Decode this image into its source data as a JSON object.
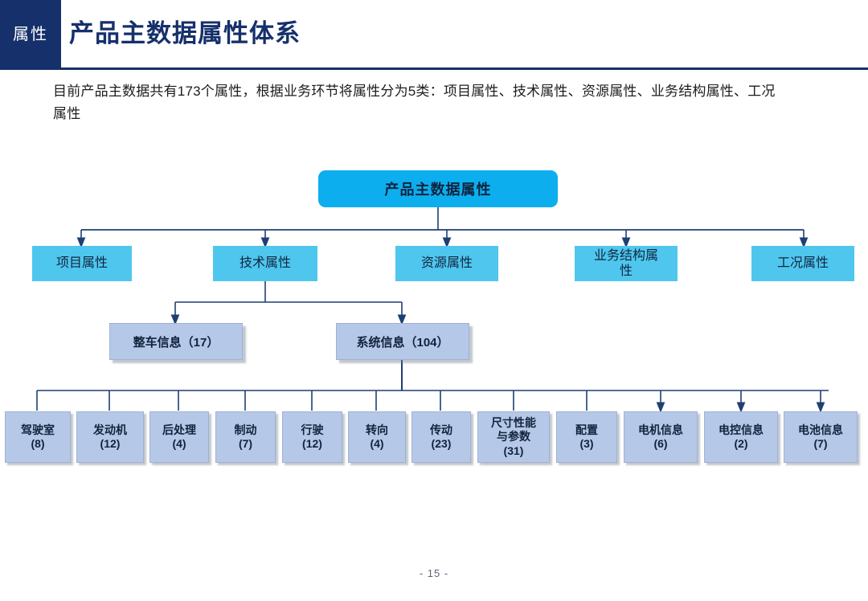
{
  "header": {
    "badge_label": "属性",
    "title": "产品主数据属性体系",
    "accent_color": "#16306b"
  },
  "intro": {
    "text": "目前产品主数据共有173个属性，根据业务环节将属性分为5类：项目属性、技术属性、资源属性、业务结构属性、工况属性"
  },
  "footer": {
    "page_number": "- 15 -"
  },
  "chart_data": {
    "type": "diagram",
    "subtype": "org-tree",
    "title": "产品主数据属性体系",
    "total_attributes": 173,
    "category_count": 5,
    "colors": {
      "root_fill": "#0CAEEE",
      "level2_fill": "#4FC6EE",
      "level3_fill": "#B6C8E8",
      "leaf_fill": "#B6C8E8",
      "connector": "#1f3f73",
      "header_navy": "#16306b"
    },
    "root": {
      "label": "产品主数据属性"
    },
    "level2": [
      {
        "label": "项目属性"
      },
      {
        "label": "技术属性"
      },
      {
        "label": "资源属性"
      },
      {
        "label": "业务结构属\n性"
      },
      {
        "label": "工况属性"
      }
    ],
    "level3": [
      {
        "label": "整车信息（17）",
        "count": 17,
        "parent": "技术属性"
      },
      {
        "label": "系统信息（104）",
        "count": 104,
        "parent": "技术属性"
      }
    ],
    "leaves": [
      {
        "label": "驾驶室\n(8)",
        "name": "驾驶室",
        "count": 8
      },
      {
        "label": "发动机\n(12)",
        "name": "发动机",
        "count": 12
      },
      {
        "label": "后处理\n(4)",
        "name": "后处理",
        "count": 4
      },
      {
        "label": "制动\n(7)",
        "name": "制动",
        "count": 7
      },
      {
        "label": "行驶\n(12)",
        "name": "行驶",
        "count": 12
      },
      {
        "label": "转向\n(4)",
        "name": "转向",
        "count": 4
      },
      {
        "label": "传动\n(23)",
        "name": "传动",
        "count": 23
      },
      {
        "label": "尺寸性能\n与参数\n(31)",
        "name": "尺寸性能与参数",
        "count": 31
      },
      {
        "label": "配置\n(3)",
        "name": "配置",
        "count": 3
      },
      {
        "label": "电机信息\n(6)",
        "name": "电机信息",
        "count": 6
      },
      {
        "label": "电控信息\n(2)",
        "name": "电控信息",
        "count": 2
      },
      {
        "label": "电池信息\n(7)",
        "name": "电池信息",
        "count": 7
      }
    ]
  }
}
